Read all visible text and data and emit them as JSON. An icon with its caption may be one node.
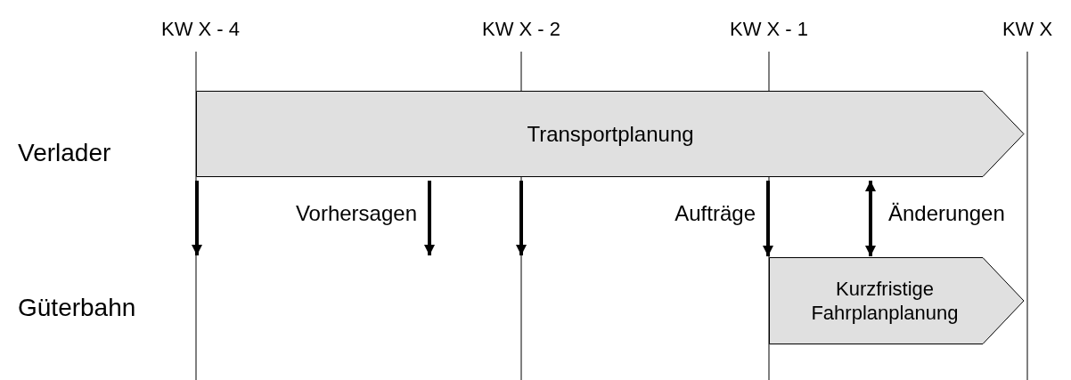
{
  "diagram": {
    "nodes": [
      {
        "text": [
          "Transportplanung"
        ]
      },
      {
        "text": [
          "Kurzfristige Fahrplanplanung"
        ]
      }
    ],
    "edges": [
      {
        "from": 0,
        "to": null,
        "arrow": "to"
      },
      {
        "from": 0,
        "to": null,
        "arrow": "to",
        "label": "Vorhersagen"
      },
      {
        "from": 0,
        "to": null,
        "arrow": "to"
      },
      {
        "from": 0,
        "to": 1,
        "arrow": "to",
        "label": "Aufträge"
      },
      {
        "from": 0,
        "to": 1,
        "arrow": "both",
        "label": "Änderungen"
      }
    ],
    "labels": [
      "KW X - 4",
      "KW X - 2",
      "KW X - 1",
      "KW X",
      "Verlader",
      "Güterbahn"
    ]
  }
}
